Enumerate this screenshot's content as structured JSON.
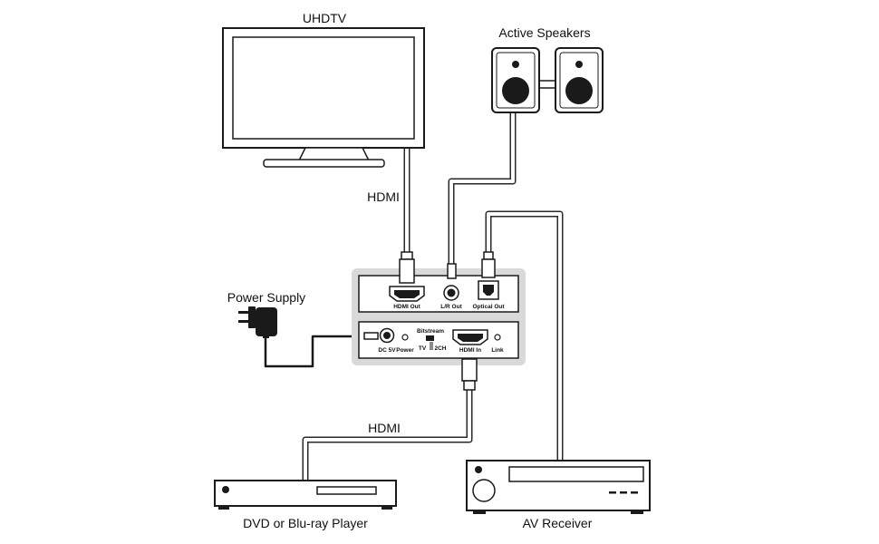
{
  "labels": {
    "uhdtv": "UHDTV",
    "active_speakers": "Active Speakers",
    "power_supply": "Power Supply",
    "hdmi_top": "HDMI",
    "hdmi_bottom": "HDMI",
    "dvd_player": "DVD or Blu-ray Player",
    "av_receiver": "AV Receiver"
  },
  "device_ports": {
    "hdmi_out": "HDMI Out",
    "lr_out": "L/R Out",
    "optical_out": "Optical Out",
    "dc_5v": "DC 5V",
    "power": "Power",
    "bitstream": "Bitstream",
    "tv": "TV",
    "two_ch": "2CH",
    "hdmi_in": "HDMI In",
    "link": "Link"
  }
}
